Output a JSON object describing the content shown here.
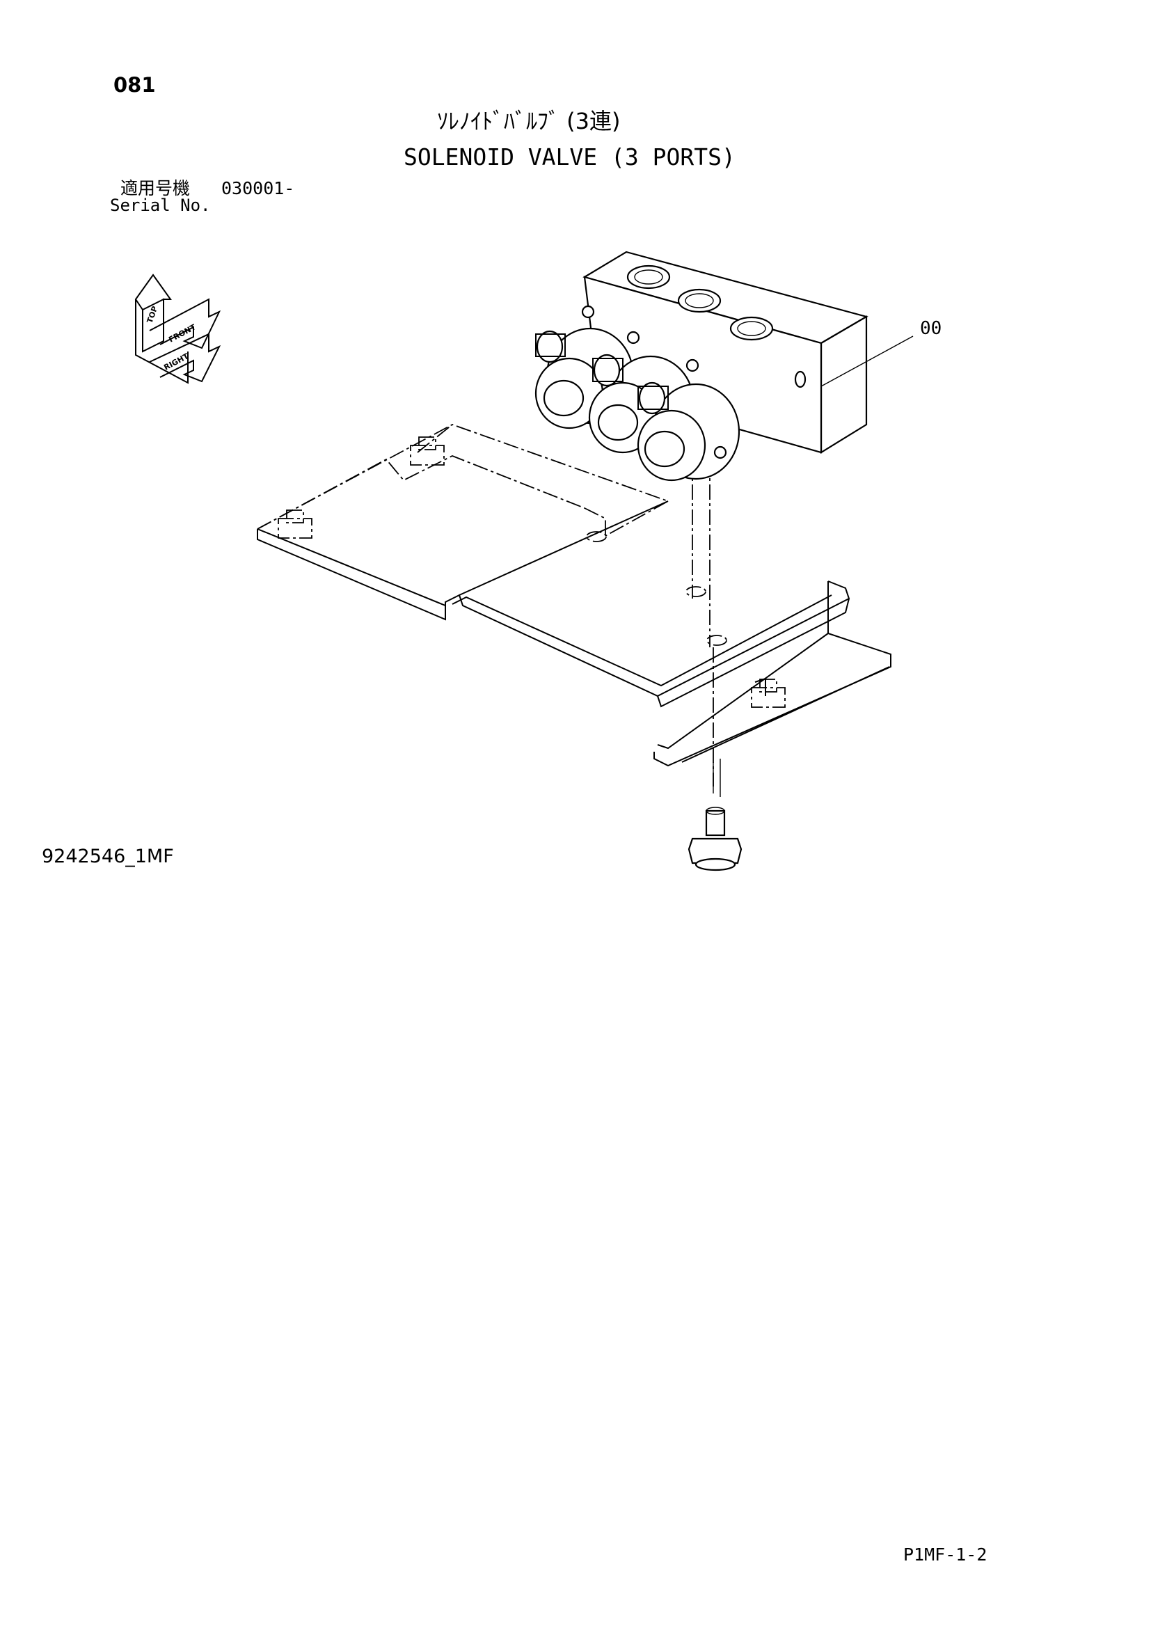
{
  "header": {
    "page_number": "081",
    "title_jp": "ｿﾚﾉｲﾄﾞﾊﾞﾙﾌﾞ (3連)",
    "title_en": "SOLENOID VALVE (3 PORTS)",
    "serial_jp_label": "適用号機",
    "serial_value": "030001-",
    "serial_en_label": "Serial No."
  },
  "diagram": {
    "orientation_labels": [
      "TOP",
      "FRONT",
      "RIGHT"
    ],
    "callouts": [
      {
        "label": "00"
      }
    ]
  },
  "footer": {
    "drawing_id": "9242546_1MF",
    "sheet_id": "P1MF-1-2"
  }
}
